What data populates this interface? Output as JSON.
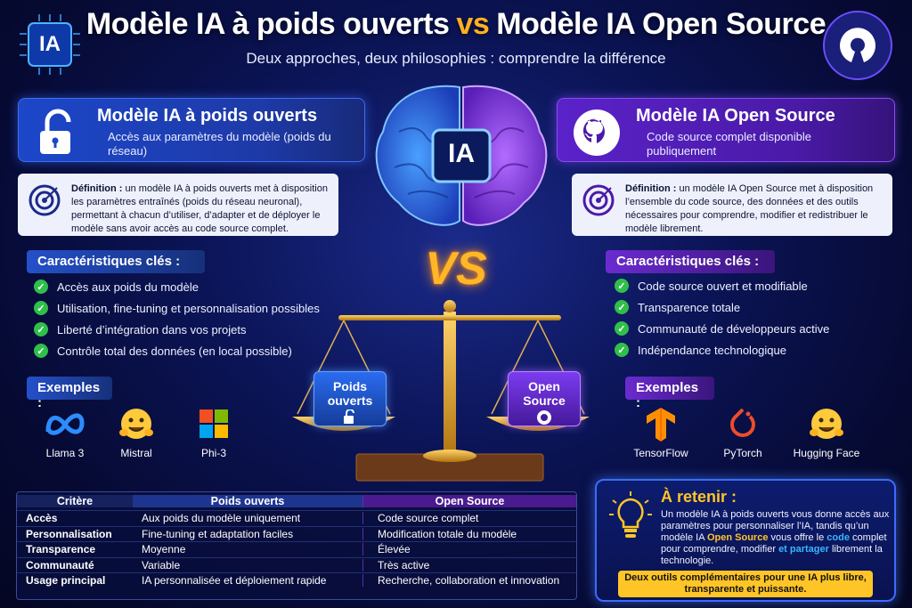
{
  "header": {
    "title_left": "Modèle IA à poids ouverts",
    "title_vs": "vs",
    "title_right": "Modèle IA Open Source",
    "subtitle": "Deux approches, deux philosophies : comprendre la différence",
    "chip_label": "IA"
  },
  "center": {
    "brain_label": "IA",
    "vs_label": "VS",
    "left_pan_label": "Poids ouverts",
    "right_pan_label": "Open Source"
  },
  "left": {
    "banner_title": "Modèle IA à poids ouverts",
    "banner_desc": "Accès aux paramètres du modèle (poids du réseau)",
    "definition_label": "Définition :",
    "definition_text": " un modèle IA à poids ouverts met à disposition les paramètres entraînés (poids du réseau neuronal), permettant à chacun d’utiliser, d’adapter et de déployer le modèle sans avoir accès au code source complet.",
    "features_title": "Caractéristiques clés :",
    "features": [
      "Accès aux poids du modèle",
      "Utilisation, fine-tuning et personnalisation possibles",
      "Liberté d’intégration dans vos projets",
      "Contrôle total des données (en local possible)"
    ],
    "examples_title": "Exemples :",
    "examples": [
      "Llama 3",
      "Mistral",
      "Phi-3"
    ]
  },
  "right": {
    "banner_title": "Modèle IA Open Source",
    "banner_desc": "Code source complet disponible publiquement",
    "definition_label": "Définition :",
    "definition_text": " un modèle IA Open Source met à disposition l’ensemble du code source, des données et des outils nécessaires pour comprendre, modifier et redistribuer le modèle librement.",
    "features_title": "Caractéristiques clés :",
    "features": [
      "Code source ouvert et modifiable",
      "Transparence totale",
      "Communauté de développeurs active",
      "Indépendance technologique"
    ],
    "examples_title": "Exemples :",
    "examples": [
      "TensorFlow",
      "PyTorch",
      "Hugging Face"
    ]
  },
  "table": {
    "headers": [
      "Critère",
      "Poids ouverts",
      "Open Source"
    ],
    "rows": [
      [
        "Accès",
        "Aux poids du modèle uniquement",
        "Code source complet"
      ],
      [
        "Personnalisation",
        "Fine-tuning et adaptation faciles",
        "Modification totale du modèle"
      ],
      [
        "Transparence",
        "Moyenne",
        "Élevée"
      ],
      [
        "Communauté",
        "Variable",
        "Très active"
      ],
      [
        "Usage principal",
        "IA personnalisée et déploiement rapide",
        "Recherche, collaboration et innovation"
      ]
    ]
  },
  "retenir": {
    "title": "À retenir :",
    "t1": "Un modèle IA à poids ouverts vous donne accès aux paramètres pour personnaliser l’IA, tandis qu’un modèle IA ",
    "t2": "Open Source",
    "t3": " vous offre le ",
    "t4": "code",
    "t5": " complet pour comprendre, modifier ",
    "t6": "et partager",
    "t7": " librement la technologie.",
    "footer": "Deux outils complémentaires pour une IA plus libre, transparente et puissante."
  },
  "colors": {
    "accent_orange": "#ffb627",
    "blue": "#1c47c9",
    "purple": "#5a22c9",
    "check_green": "#2fbf4a"
  }
}
